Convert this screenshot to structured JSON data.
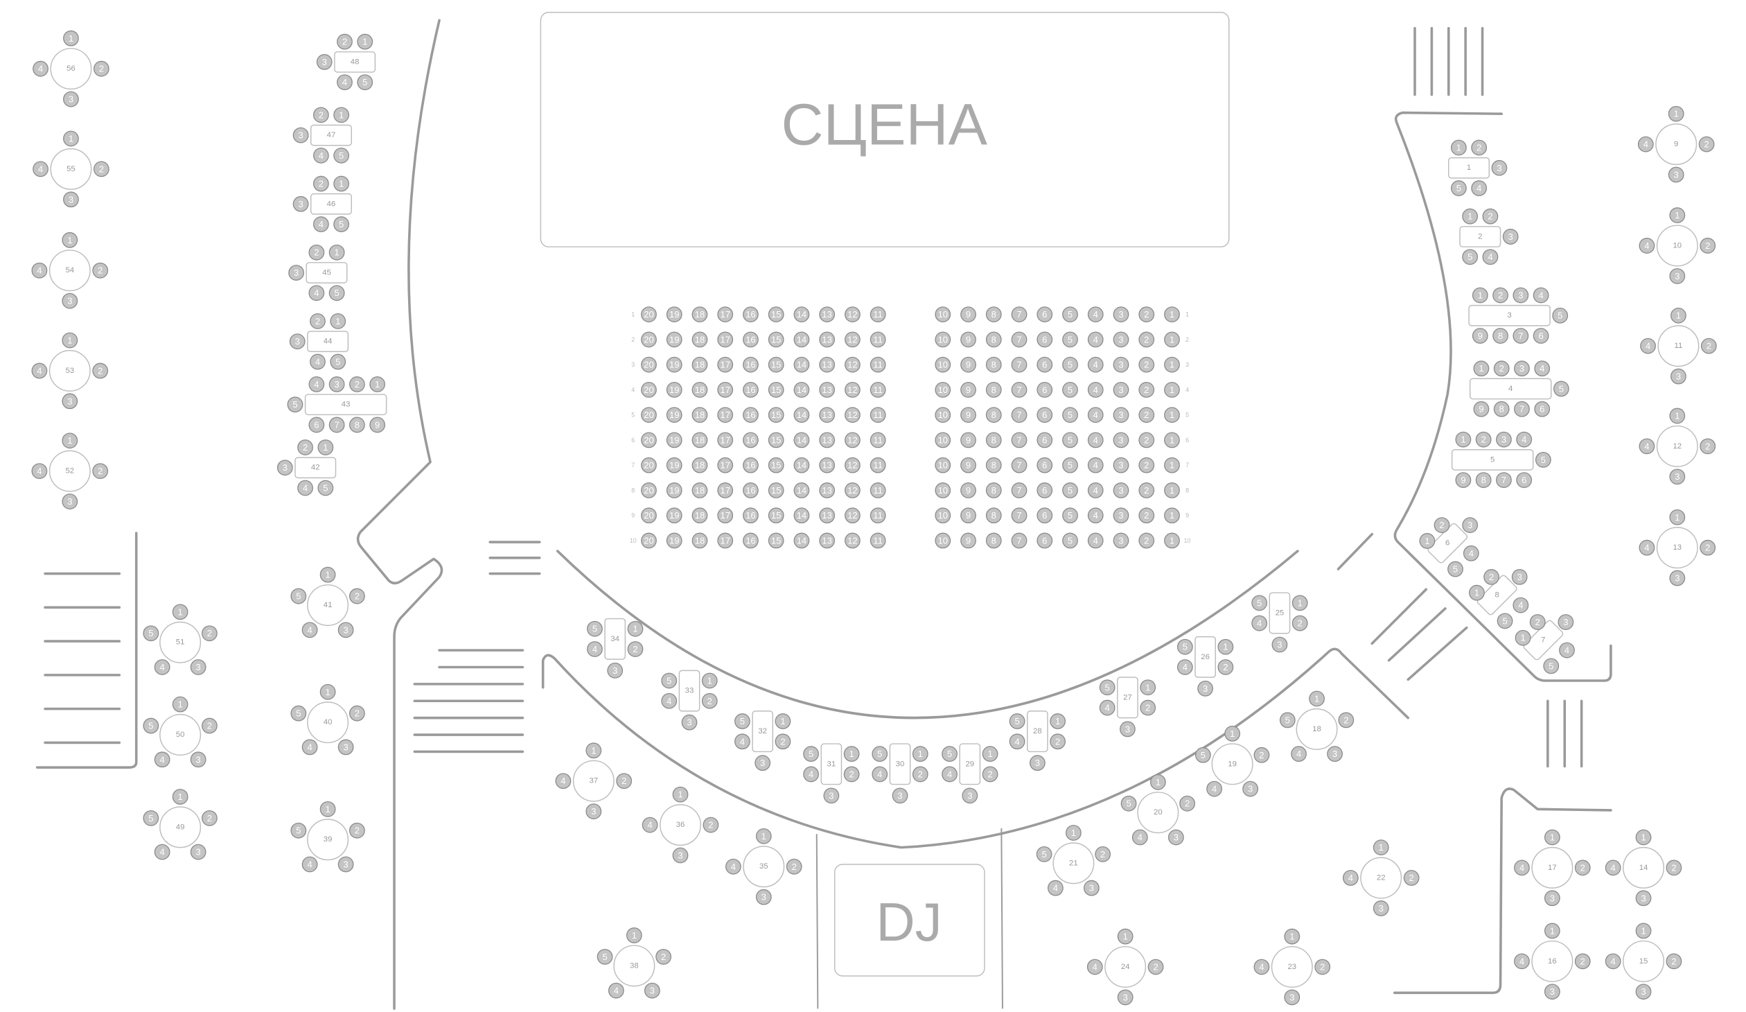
{
  "stage": {
    "label": "СЦЕНА"
  },
  "dj": {
    "label": "DJ"
  },
  "hall": {
    "rows": [
      "1",
      "2",
      "3",
      "4",
      "5",
      "6",
      "7",
      "8",
      "9",
      "10"
    ],
    "left_seats": [
      "20",
      "19",
      "18",
      "17",
      "16",
      "15",
      "14",
      "13",
      "12",
      "11"
    ],
    "right_seats": [
      "10",
      "9",
      "8",
      "7",
      "6",
      "5",
      "4",
      "3",
      "2",
      "1"
    ]
  },
  "colors": {
    "seat_fill": "#c4c4c4",
    "seat_stroke": "#8a8a8a",
    "wall": "#9a9a9a",
    "label": "#aaaaaa"
  },
  "tables": [
    {
      "id": "56",
      "seats": [
        "1",
        "2",
        "3",
        "4"
      ]
    },
    {
      "id": "55",
      "seats": [
        "1",
        "2",
        "3",
        "4"
      ]
    },
    {
      "id": "54",
      "seats": [
        "1",
        "2",
        "3",
        "4"
      ]
    },
    {
      "id": "53",
      "seats": [
        "1",
        "2",
        "3",
        "4"
      ]
    },
    {
      "id": "52",
      "seats": [
        "1",
        "2",
        "3",
        "4"
      ]
    },
    {
      "id": "51",
      "seats": [
        "1",
        "2",
        "3",
        "4",
        "5"
      ]
    },
    {
      "id": "50",
      "seats": [
        "1",
        "2",
        "3",
        "4",
        "5"
      ]
    },
    {
      "id": "49",
      "seats": [
        "1",
        "2",
        "3",
        "4",
        "5"
      ]
    },
    {
      "id": "48",
      "seats": [
        "1",
        "2",
        "3",
        "4",
        "5"
      ]
    },
    {
      "id": "47",
      "seats": [
        "1",
        "2",
        "3",
        "4",
        "5"
      ]
    },
    {
      "id": "46",
      "seats": [
        "1",
        "2",
        "3",
        "4",
        "5"
      ]
    },
    {
      "id": "45",
      "seats": [
        "1",
        "2",
        "3",
        "4",
        "5"
      ]
    },
    {
      "id": "44",
      "seats": [
        "1",
        "2",
        "3",
        "4",
        "5"
      ]
    },
    {
      "id": "43",
      "seats": [
        "1",
        "2",
        "3",
        "4",
        "5",
        "6",
        "7",
        "8",
        "9"
      ]
    },
    {
      "id": "42",
      "seats": [
        "1",
        "2",
        "3",
        "4",
        "5"
      ]
    },
    {
      "id": "41",
      "seats": [
        "1",
        "2",
        "3",
        "4",
        "5"
      ]
    },
    {
      "id": "40",
      "seats": [
        "1",
        "2",
        "3",
        "4",
        "5"
      ]
    },
    {
      "id": "39",
      "seats": [
        "1",
        "2",
        "3",
        "4",
        "5"
      ]
    },
    {
      "id": "38",
      "seats": [
        "1",
        "2",
        "3",
        "4",
        "5"
      ]
    },
    {
      "id": "37",
      "seats": [
        "1",
        "2",
        "3",
        "4"
      ]
    },
    {
      "id": "36",
      "seats": [
        "1",
        "2",
        "3",
        "4"
      ]
    },
    {
      "id": "35",
      "seats": [
        "1",
        "2",
        "3",
        "4"
      ]
    },
    {
      "id": "34",
      "seats": [
        "1",
        "2",
        "3",
        "4",
        "5"
      ]
    },
    {
      "id": "33",
      "seats": [
        "1",
        "2",
        "3",
        "4",
        "5"
      ]
    },
    {
      "id": "32",
      "seats": [
        "1",
        "2",
        "3",
        "4",
        "5"
      ]
    },
    {
      "id": "31",
      "seats": [
        "1",
        "2",
        "3",
        "4",
        "5"
      ]
    },
    {
      "id": "30",
      "seats": [
        "1",
        "2",
        "3",
        "4",
        "5"
      ]
    },
    {
      "id": "29",
      "seats": [
        "1",
        "2",
        "3",
        "4",
        "5"
      ]
    },
    {
      "id": "28",
      "seats": [
        "1",
        "2",
        "3",
        "4",
        "5"
      ]
    },
    {
      "id": "27",
      "seats": [
        "1",
        "2",
        "3",
        "4",
        "5"
      ]
    },
    {
      "id": "26",
      "seats": [
        "1",
        "2",
        "3",
        "4",
        "5"
      ]
    },
    {
      "id": "25",
      "seats": [
        "1",
        "2",
        "3",
        "4",
        "5"
      ]
    },
    {
      "id": "24",
      "seats": [
        "1",
        "2",
        "3",
        "4"
      ]
    },
    {
      "id": "23",
      "seats": [
        "1",
        "2",
        "3",
        "4"
      ]
    },
    {
      "id": "22",
      "seats": [
        "1",
        "2",
        "3",
        "4"
      ]
    },
    {
      "id": "21",
      "seats": [
        "1",
        "2",
        "3",
        "4",
        "5"
      ]
    },
    {
      "id": "20",
      "seats": [
        "1",
        "2",
        "3",
        "4",
        "5"
      ]
    },
    {
      "id": "19",
      "seats": [
        "1",
        "2",
        "3",
        "4",
        "5"
      ]
    },
    {
      "id": "18",
      "seats": [
        "1",
        "2",
        "3",
        "4",
        "5"
      ]
    },
    {
      "id": "17",
      "seats": [
        "1",
        "2",
        "3",
        "4"
      ]
    },
    {
      "id": "16",
      "seats": [
        "1",
        "2",
        "3",
        "4"
      ]
    },
    {
      "id": "15",
      "seats": [
        "1",
        "2",
        "3",
        "4"
      ]
    },
    {
      "id": "14",
      "seats": [
        "1",
        "2",
        "3",
        "4"
      ]
    },
    {
      "id": "13",
      "seats": [
        "1",
        "2",
        "3",
        "4"
      ]
    },
    {
      "id": "12",
      "seats": [
        "1",
        "2",
        "3",
        "4"
      ]
    },
    {
      "id": "11",
      "seats": [
        "1",
        "2",
        "3",
        "4"
      ]
    },
    {
      "id": "10",
      "seats": [
        "1",
        "2",
        "3",
        "4"
      ]
    },
    {
      "id": "9",
      "seats": [
        "1",
        "2",
        "3",
        "4"
      ]
    },
    {
      "id": "8",
      "seats": [
        "1",
        "2",
        "3",
        "4",
        "5"
      ]
    },
    {
      "id": "7",
      "seats": [
        "1",
        "2",
        "3",
        "4",
        "5"
      ]
    },
    {
      "id": "6",
      "seats": [
        "1",
        "2",
        "3",
        "4",
        "5"
      ]
    },
    {
      "id": "5",
      "seats": [
        "1",
        "2",
        "3",
        "4",
        "5",
        "6",
        "7",
        "8",
        "9"
      ]
    },
    {
      "id": "4",
      "seats": [
        "1",
        "2",
        "3",
        "4",
        "5",
        "6",
        "7",
        "8",
        "9"
      ]
    },
    {
      "id": "3",
      "seats": [
        "1",
        "2",
        "3",
        "4",
        "5",
        "6",
        "7",
        "8",
        "9"
      ]
    },
    {
      "id": "2",
      "seats": [
        "1",
        "2",
        "3",
        "4",
        "5"
      ]
    },
    {
      "id": "1",
      "seats": [
        "1",
        "2",
        "3",
        "4",
        "5"
      ]
    }
  ]
}
